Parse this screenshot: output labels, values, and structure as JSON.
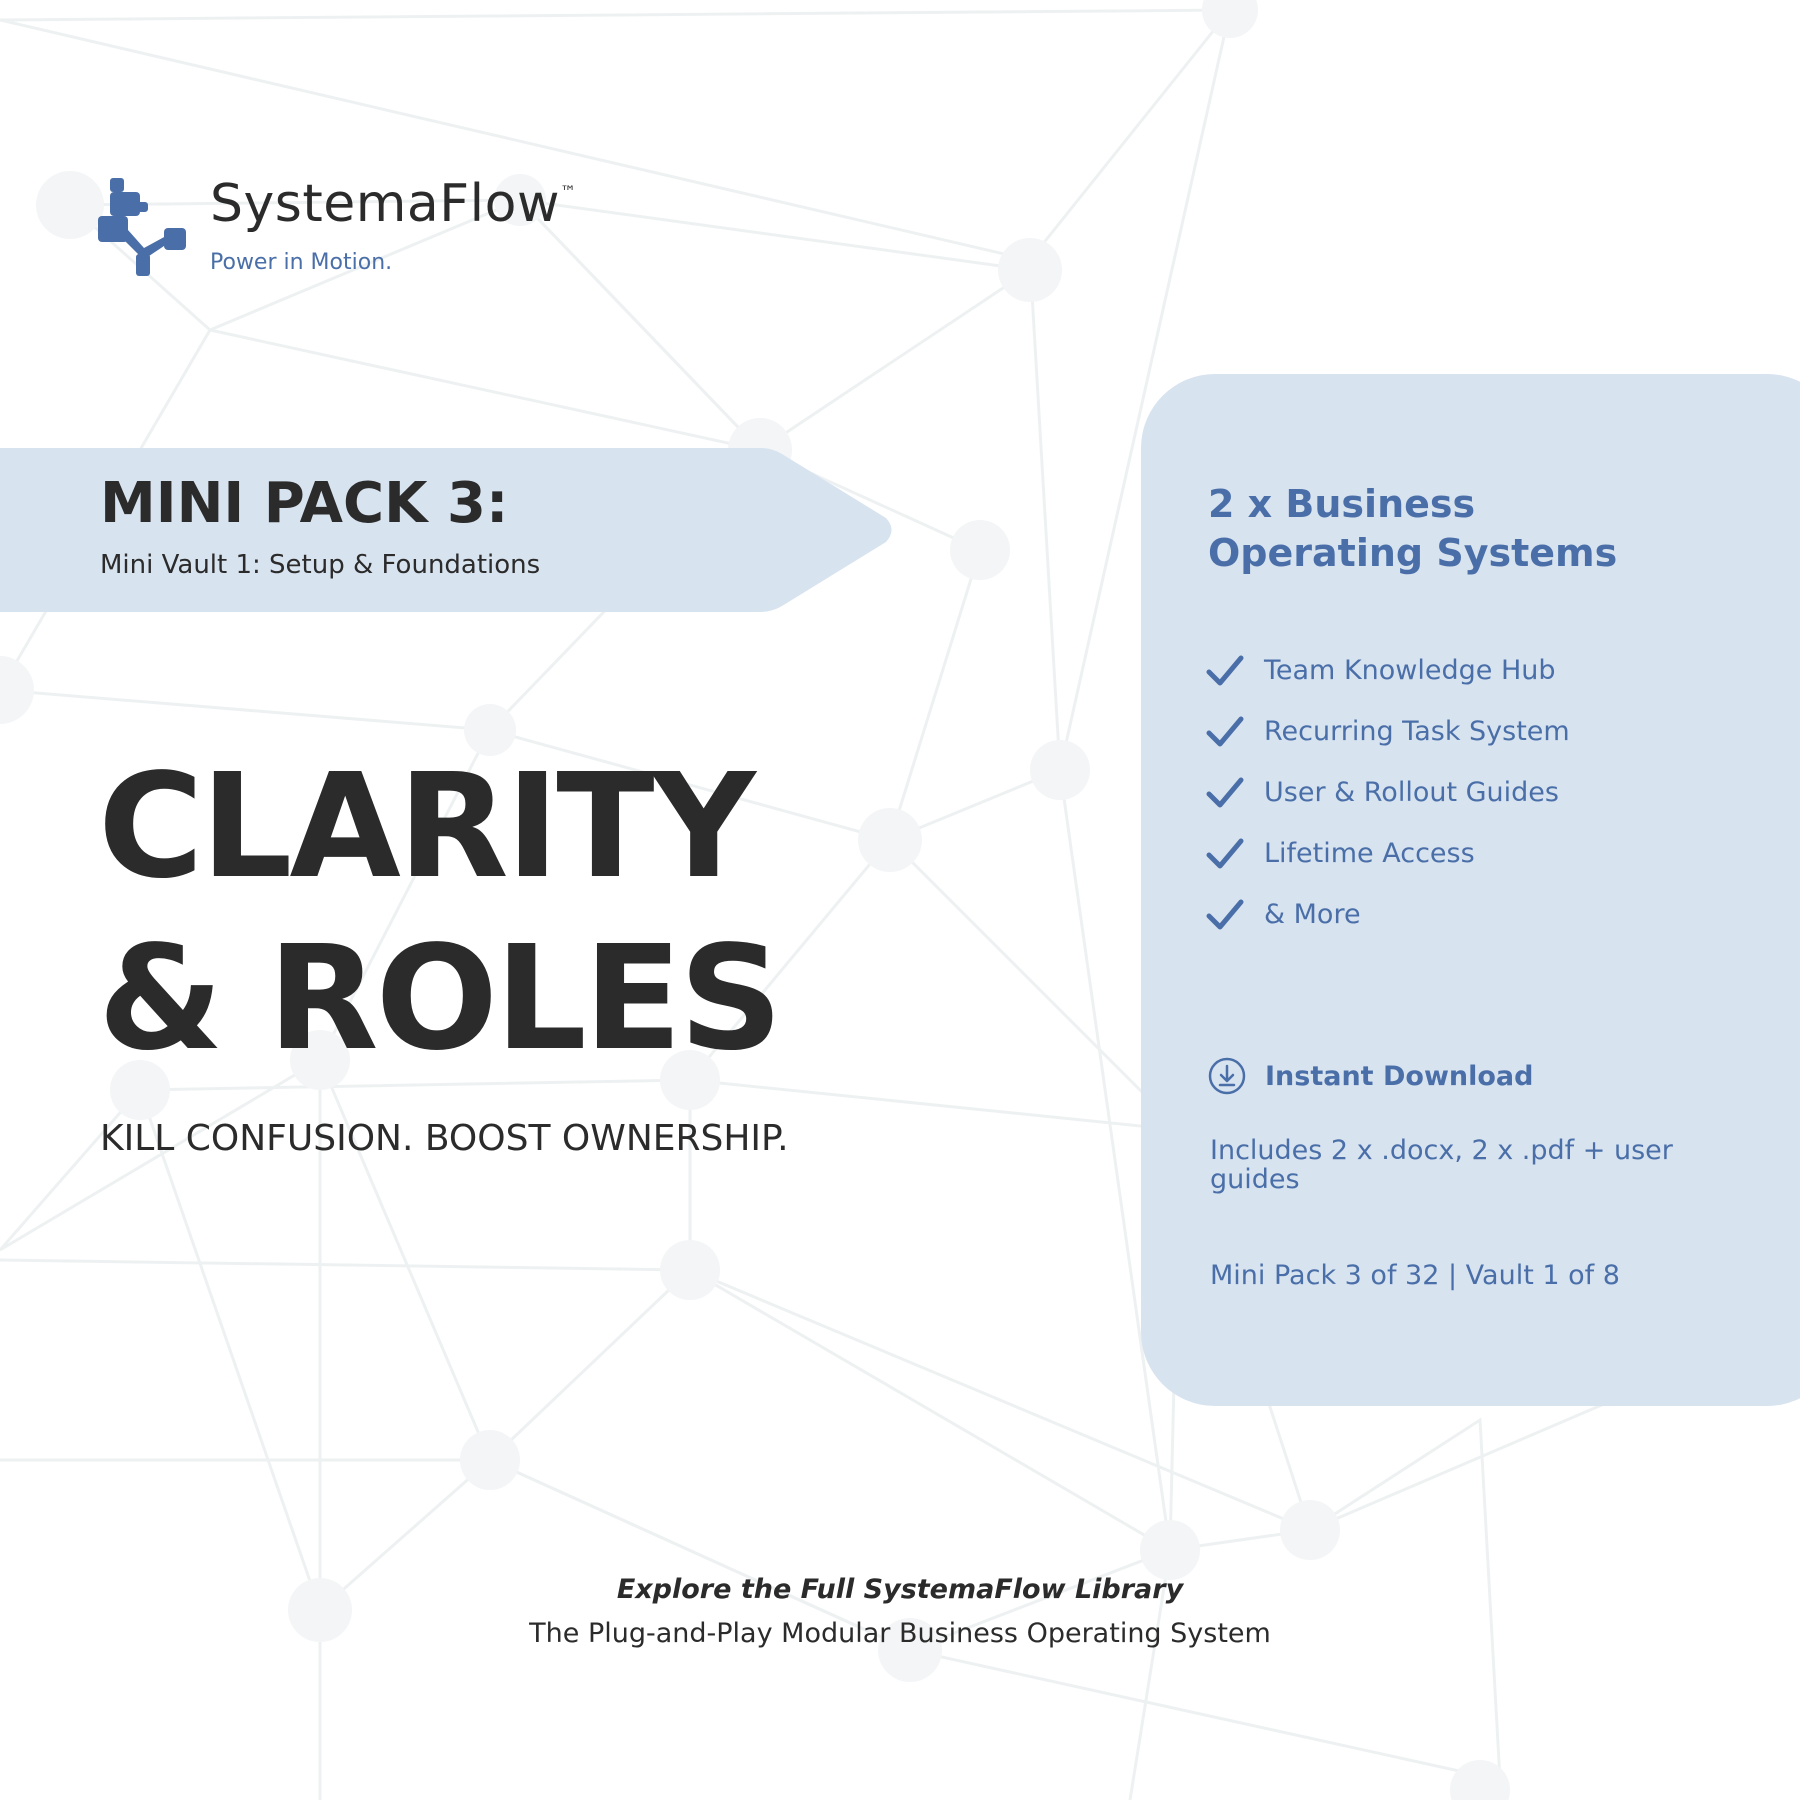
{
  "brand": {
    "name": "SystemaFlow",
    "trademark": "™",
    "tagline": "Power in Motion."
  },
  "pack": {
    "title": "MINI PACK 3:",
    "subtitle": "Mini Vault 1: Setup & Foundations"
  },
  "heading": {
    "line1": "CLARITY",
    "line2": "& ROLES"
  },
  "tagline": "KILL CONFUSION. BOOST OWNERSHIP.",
  "panel": {
    "title": "2 x Business Operating Systems",
    "features": [
      {
        "label": "Team Knowledge Hub",
        "icon": "check-icon"
      },
      {
        "label": "Recurring Task System",
        "icon": "check-icon"
      },
      {
        "label": "User & Rollout Guides",
        "icon": "check-icon"
      },
      {
        "label": "Lifetime Access",
        "icon": "check-icon"
      },
      {
        "label": "& More",
        "icon": "check-icon"
      }
    ],
    "download_label": "Instant Download",
    "download_icon": "download-icon",
    "includes": "Includes 2 x .docx, 2 x .pdf + user guides",
    "pack_count": "Mini Pack 3 of 32 | Vault 1 of 8"
  },
  "footer": {
    "title": "Explore the Full SystemaFlow Library",
    "subtitle": "The Plug-and-Play Modular Business Operating System"
  },
  "colors": {
    "accent": "#4a6fa8",
    "panel": "#d8e3f0",
    "text": "#2b2b2b",
    "network": "#eef0f1"
  }
}
